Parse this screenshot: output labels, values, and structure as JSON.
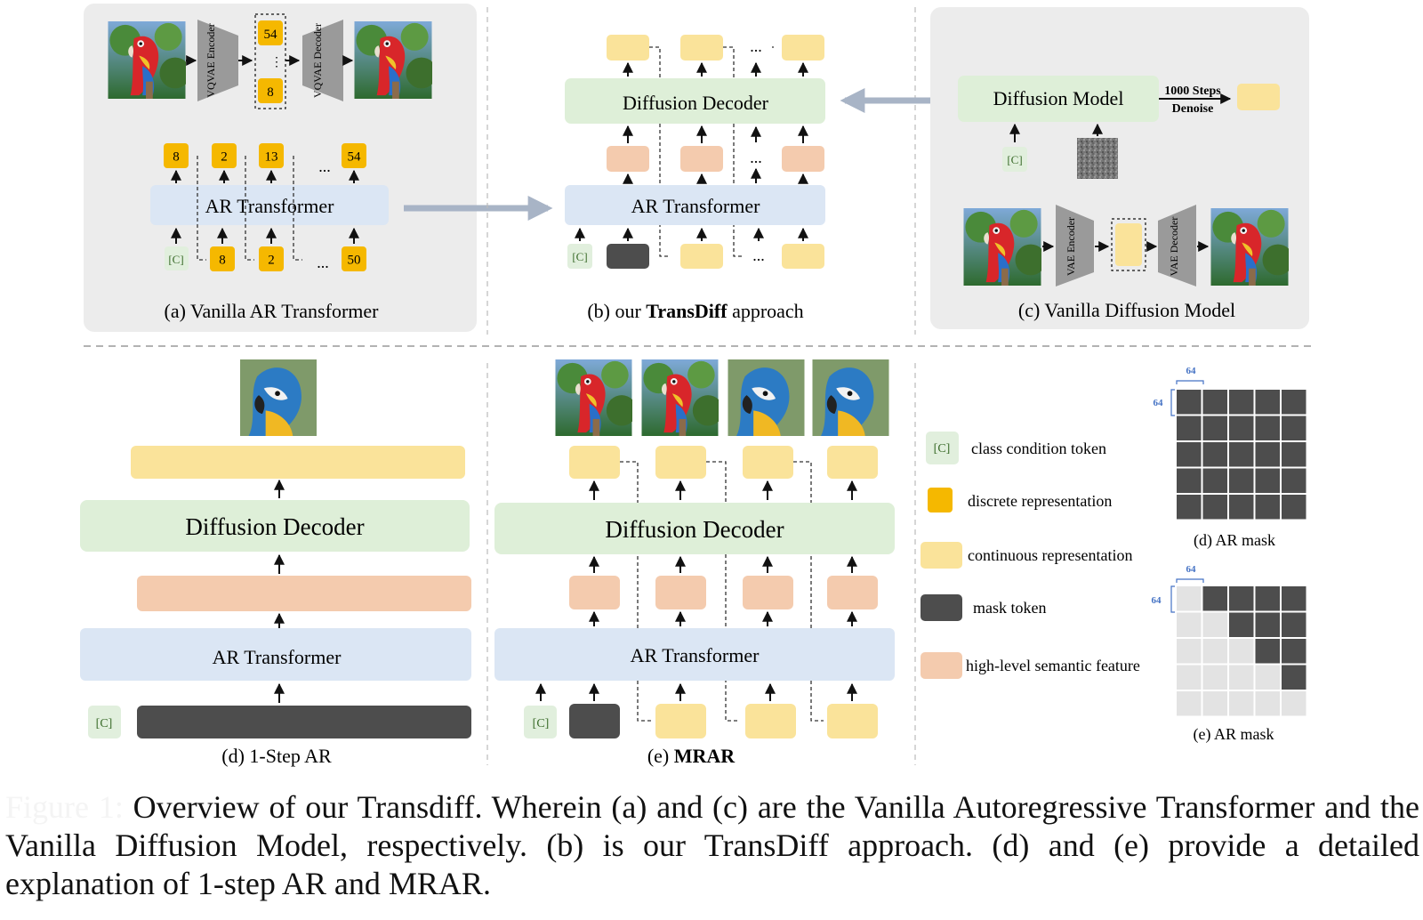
{
  "colors": {
    "panel_bg": "#ececec",
    "discrete": "#f5b800",
    "continuous": "#fae39a",
    "mask": "#4d4d4d",
    "semantic": "#f4cbae",
    "transformer": "#dbe6f4",
    "decoder": "#deefd8",
    "cond": "#e1efdd",
    "arrow_big": "#a8b4c6",
    "ar_mask_blue": "#4472c4"
  },
  "panel_a": {
    "caption": "(a) Vanilla AR Transformer",
    "encoder_label": "VQVAE Encoder",
    "decoder_label": "VQVAE Decoder",
    "latent_tokens": [
      "54",
      "⋮",
      "8"
    ],
    "transformer_label": "AR Transformer",
    "output_tokens": [
      "8",
      "2",
      "13",
      "...",
      "54"
    ],
    "input_tokens": [
      "8",
      "2",
      "...",
      "50"
    ],
    "cond_label": "[C]"
  },
  "panel_b": {
    "caption_prefix": "(b) our ",
    "caption_bold": "TransDiff",
    "caption_suffix": " approach",
    "decoder_label": "Diffusion Decoder",
    "transformer_label": "AR Transformer",
    "cond_label": "[C]",
    "ellipsis": "..."
  },
  "panel_c": {
    "caption": "(c) Vanilla Diffusion Model",
    "model_label": "Diffusion Model",
    "steps_line1": "1000 Steps",
    "steps_line2": "Denoise",
    "cond_label": "[C]",
    "encoder_label": "VAE Encoder",
    "decoder_label": "VAE Decoder"
  },
  "panel_d": {
    "caption": "(d) 1-Step AR",
    "decoder_label": "Diffusion Decoder",
    "transformer_label": "AR Transformer",
    "cond_label": "[C]"
  },
  "panel_e": {
    "caption_prefix": "(e) ",
    "caption_bold": "MRAR",
    "decoder_label": "Diffusion Decoder",
    "transformer_label": "AR Transformer",
    "cond_label": "[C]"
  },
  "legend": {
    "cond_symbol": "[C]",
    "items": [
      "class condition token",
      "discrete representation",
      "continuous representation",
      "mask token",
      "high-level semantic feature"
    ]
  },
  "masks": {
    "size_label": "64",
    "ar_mask_d_caption": "(d) AR mask",
    "ar_mask_e_caption": "(e) AR mask"
  },
  "caption": {
    "label": "Figure 1:",
    "text": "Overview of our Transdiff. Wherein (a) and (c) are the Vanilla Autoregressive Transformer and the Vanilla Diffusion Model, respectively. (b) is our TransDiff approach. (d) and (e) provide a detailed explanation of 1-step AR and MRAR."
  }
}
